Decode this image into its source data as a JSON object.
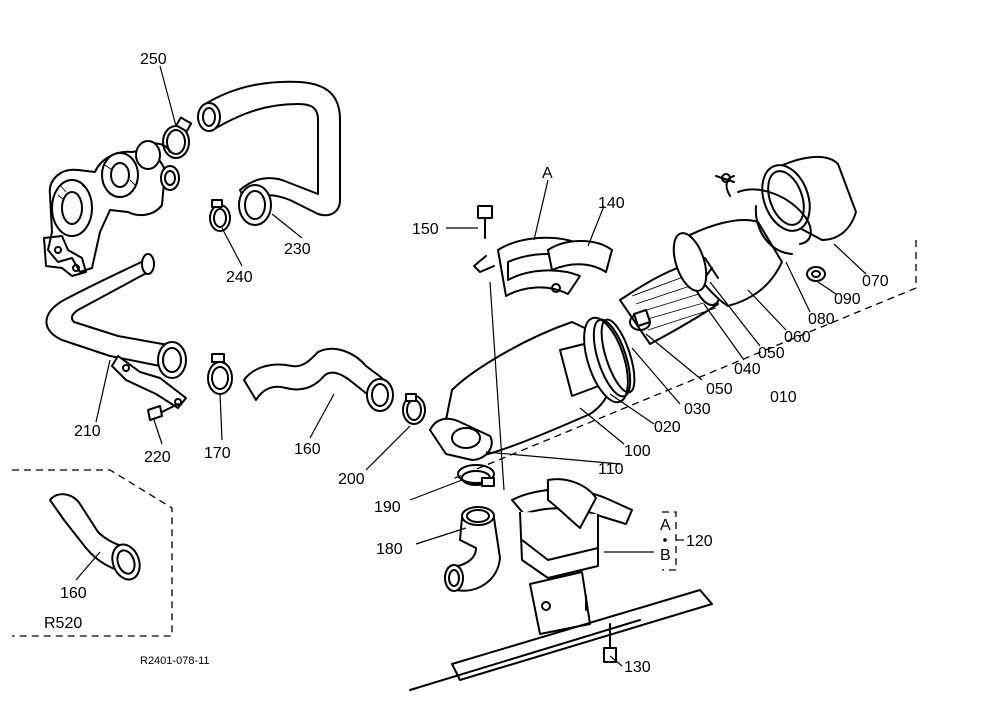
{
  "labels": {
    "p250": "250",
    "p230": "230",
    "p240": "240",
    "p210": "210",
    "p220": "220",
    "p170": "170",
    "p160": "160",
    "p200": "200",
    "p190": "190",
    "p180": "180",
    "p150": "150",
    "pA_top": "A",
    "p140": "140",
    "p110": "110",
    "p100": "100",
    "p020": "020",
    "p030": "030",
    "p050a": "050",
    "p040": "040",
    "p050b": "050",
    "p060": "060",
    "p080": "080",
    "p090": "090",
    "p070": "070",
    "p010": "010",
    "pA_bottom": "A",
    "pB_bottom": "B",
    "p120": "120",
    "p130": "130",
    "inset_part": "160",
    "inset_model": "R520",
    "drawing_code": "R2401-078-11"
  }
}
